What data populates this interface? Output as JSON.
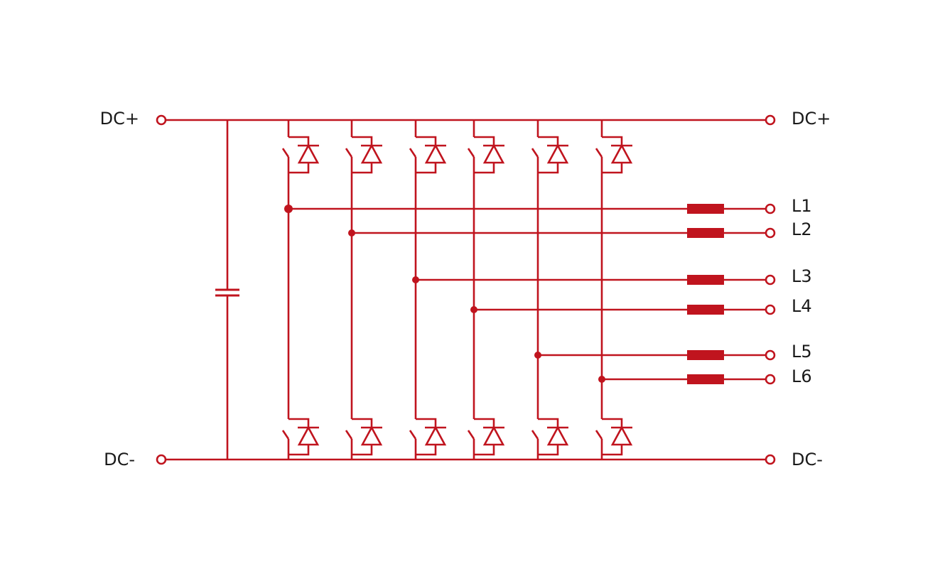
{
  "diagram": {
    "color": "#c0141e",
    "text_color": "#1a1a1a",
    "background": "#ffffff",
    "labels": {
      "dc_plus_in": "DC+",
      "dc_minus_in": "DC-",
      "dc_plus_out": "DC+",
      "dc_minus_out": "DC-"
    },
    "phases": [
      {
        "label": "L1"
      },
      {
        "label": "L2"
      },
      {
        "label": "L3"
      },
      {
        "label": "L4"
      },
      {
        "label": "L5"
      },
      {
        "label": "L6"
      }
    ],
    "legs_count": 6,
    "components": {
      "capacitor": "capacitor-icon",
      "switch": "igbt-switch-icon",
      "diode": "diode-icon",
      "inductor": "inductor-icon",
      "terminal": "terminal-circle-icon"
    }
  }
}
